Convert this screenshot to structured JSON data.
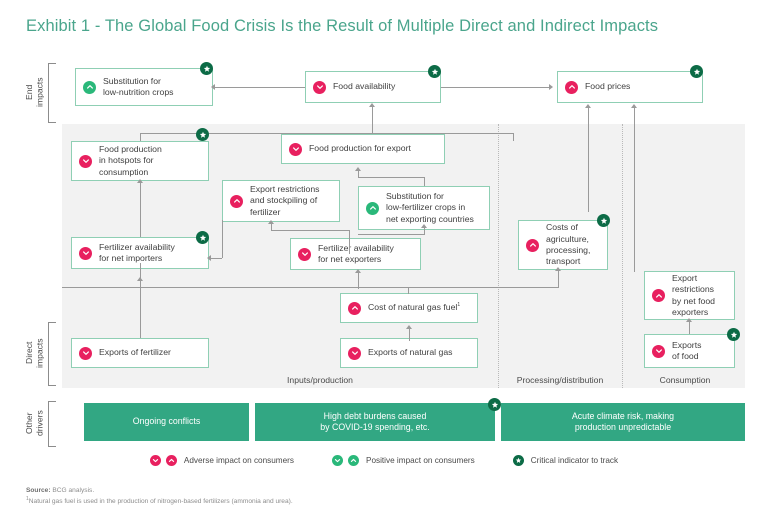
{
  "title": "Exhibit 1 - The Global Food Crisis Is the Result of Multiple Direct and Indirect Impacts",
  "colors": {
    "accent_green": "#4aa58c",
    "box_border": "#8fcfb4",
    "adverse": "#e8205f",
    "positive": "#2ab87a",
    "critical": "#0c6b46",
    "bar_green": "#32a783",
    "panel_gray": "#f2f2f2"
  },
  "groups": [
    {
      "id": "end",
      "label": "End\nimpacts"
    },
    {
      "id": "direct",
      "label": "Direct\nimpacts"
    },
    {
      "id": "other",
      "label": "Other\ndrivers"
    }
  ],
  "columns": [
    {
      "id": "inputs",
      "label": "Inputs/production"
    },
    {
      "id": "processing",
      "label": "Processing/distribution"
    },
    {
      "id": "consumption",
      "label": "Consumption"
    }
  ],
  "nodes": [
    {
      "id": "substitution-low-nutrition",
      "label": "Substitution for\nlow-nutrition crops",
      "impact": "positive",
      "direction": "up",
      "critical": true
    },
    {
      "id": "food-availability",
      "label": "Food availability",
      "impact": "adverse",
      "direction": "down",
      "critical": true
    },
    {
      "id": "food-prices",
      "label": "Food prices",
      "impact": "adverse",
      "direction": "up",
      "critical": true
    },
    {
      "id": "food-production-hotspots",
      "label": "Food production\nin hotspots for\nconsumption",
      "impact": "adverse",
      "direction": "down",
      "critical": true
    },
    {
      "id": "food-production-export",
      "label": "Food production for export",
      "impact": "adverse",
      "direction": "down",
      "critical": false
    },
    {
      "id": "export-restrictions-fertilizer",
      "label": "Export restrictions\nand stockpiling of\nfertilizer",
      "impact": "adverse",
      "direction": "up",
      "critical": false
    },
    {
      "id": "substitution-low-fertilizer",
      "label": "Substitution for\nlow-fertilizer crops in\nnet exporting countries",
      "impact": "positive",
      "direction": "up",
      "critical": false
    },
    {
      "id": "fertilizer-availability-importers",
      "label": "Fertilizer availability\nfor net importers",
      "impact": "adverse",
      "direction": "down",
      "critical": true
    },
    {
      "id": "fertilizer-availability-exporters",
      "label": "Fertilizer availability\nfor net exporters",
      "impact": "adverse",
      "direction": "down",
      "critical": false
    },
    {
      "id": "costs-of-agriculture",
      "label": "Costs of\nagriculture,\nprocessing,\ntransport",
      "impact": "adverse",
      "direction": "up",
      "critical": true
    },
    {
      "id": "export-restrictions-food",
      "label": "Export\nrestrictions\nby net food\nexporters",
      "impact": "adverse",
      "direction": "up",
      "critical": false
    },
    {
      "id": "cost-natural-gas-fuel",
      "label": "Cost of natural gas fuel",
      "footnote": "1",
      "impact": "adverse",
      "direction": "up",
      "critical": false
    },
    {
      "id": "exports-of-fertilizer",
      "label": "Exports of fertilizer",
      "impact": "adverse",
      "direction": "down",
      "critical": false
    },
    {
      "id": "exports-of-natural-gas",
      "label": "Exports of natural gas",
      "impact": "adverse",
      "direction": "down",
      "critical": false
    },
    {
      "id": "exports-of-food",
      "label": "Exports\nof food",
      "impact": "adverse",
      "direction": "down",
      "critical": true
    }
  ],
  "drivers": [
    {
      "id": "ongoing-conflicts",
      "label": "Ongoing conflicts",
      "critical": false
    },
    {
      "id": "high-debt-burdens",
      "label": "High debt burdens caused\nby COVID-19 spending, etc.",
      "critical": true
    },
    {
      "id": "acute-climate-risk",
      "label": "Acute climate risk, making\nproduction unpredictable",
      "critical": false
    }
  ],
  "legend": [
    {
      "id": "adverse",
      "label": "Adverse impact on consumers",
      "style": "adverse-pair"
    },
    {
      "id": "positive",
      "label": "Positive impact on consumers",
      "style": "positive-pair"
    },
    {
      "id": "critical",
      "label": "Critical indicator to track",
      "style": "critical-star"
    }
  ],
  "footer": {
    "source_label": "Source:",
    "source_text": " BCG analysis.",
    "note_marker": "1",
    "note_text": "Natural gas fuel is used in the production of nitrogen-based fertilizers (ammonia and urea)."
  }
}
